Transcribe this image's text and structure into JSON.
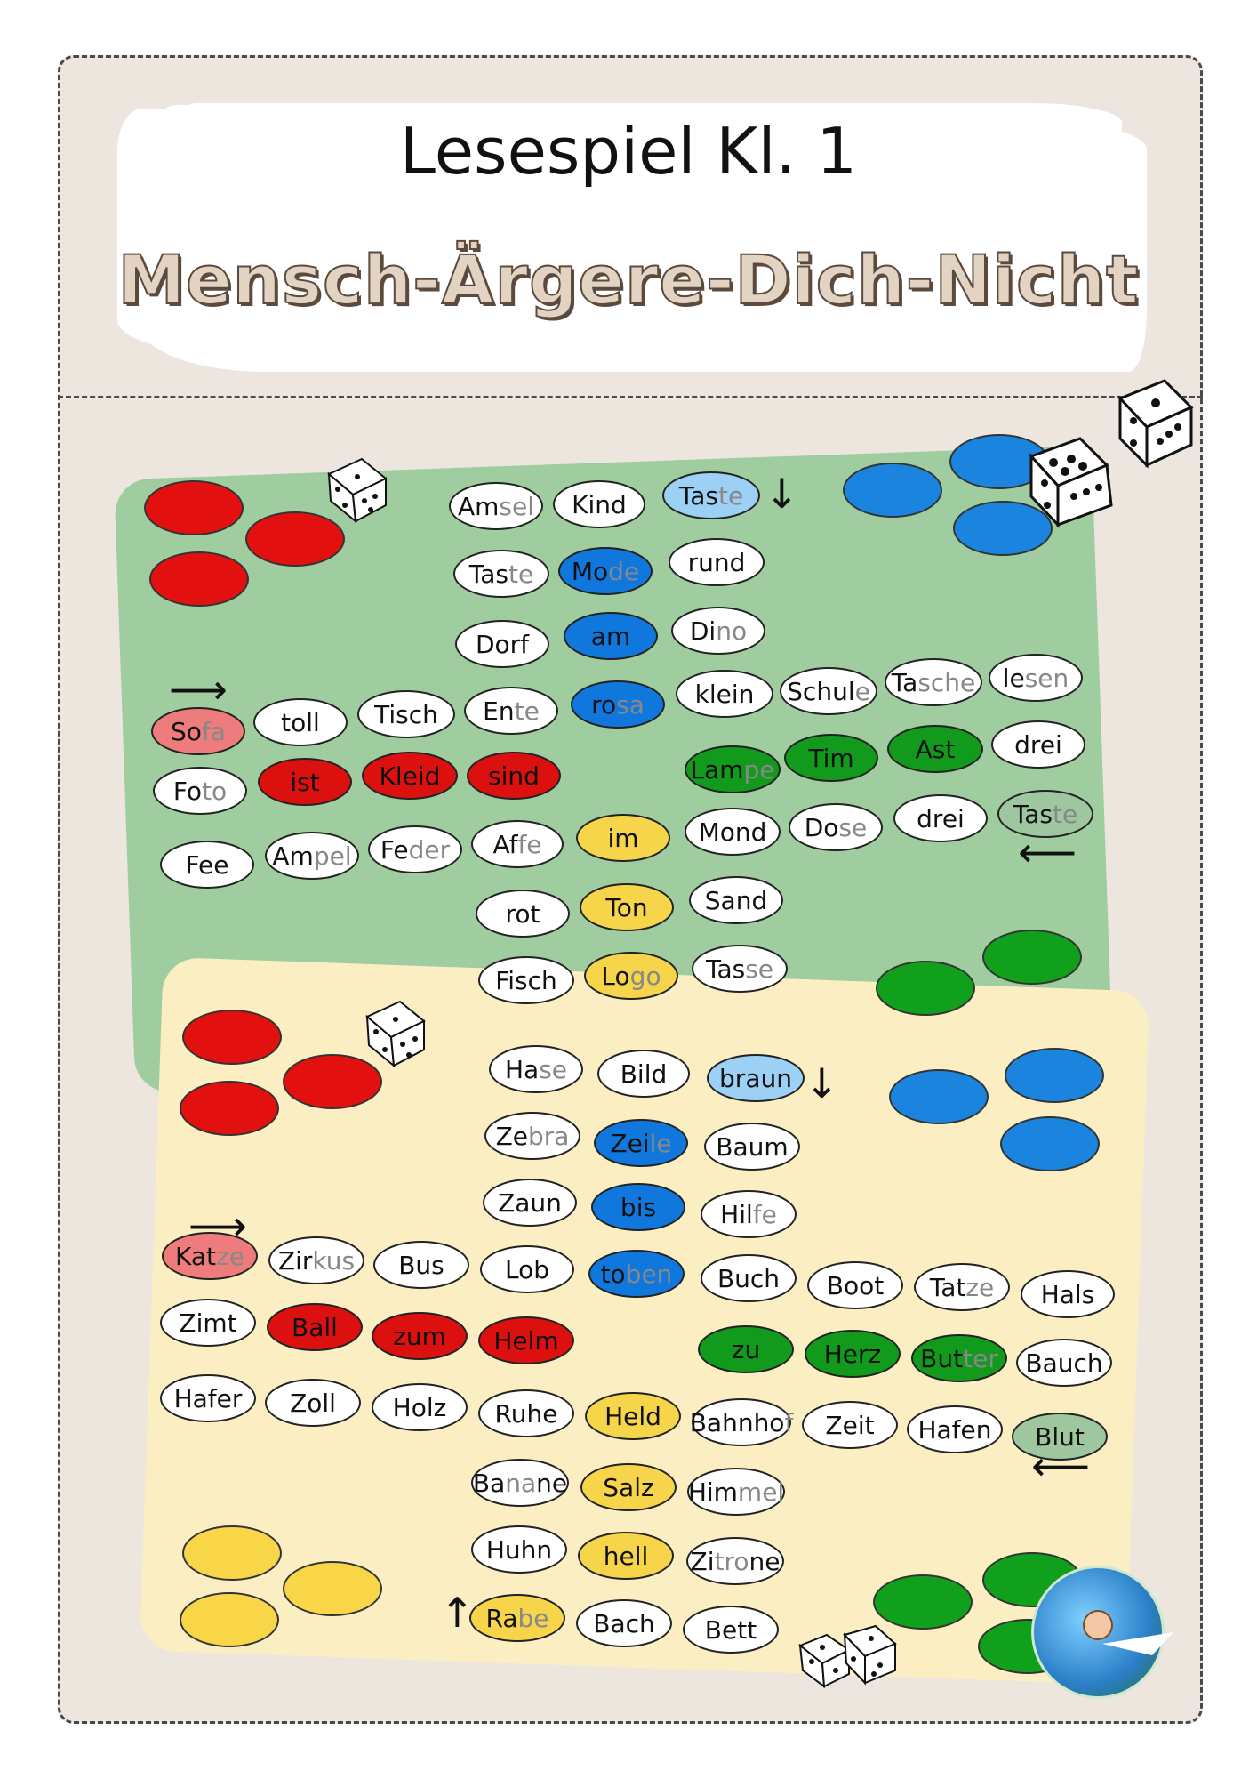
{
  "header": {
    "title": "Lesespiel Kl. 1",
    "subtitle": "Mensch-Ärgere-Dich-Nicht"
  },
  "colors": {
    "frame_bg": "#ece6de",
    "green_board": "#9fcd9f",
    "yellow_board": "#fbeec3",
    "red": "#dd1010",
    "blue": "#1077dd",
    "green": "#119a1b",
    "yellow": "#f7d54b"
  },
  "icons": {
    "dice": "dice-icon",
    "arrow_right": "arrow-right-icon",
    "arrow_left": "arrow-left-icon",
    "arrow_down": "arrow-down-icon",
    "arrow_up": "arrow-up-icon",
    "badge": "teacher-logo-icon"
  },
  "arrows": {
    "right": "⟶",
    "left": "⟵",
    "down": "↓",
    "up": "↑"
  },
  "green_board_words": [
    {
      "text": "Amsel",
      "color": "white"
    },
    {
      "text": "Kind",
      "color": "white"
    },
    {
      "text": "Taste",
      "color": "lightblue"
    },
    {
      "text": "Taste",
      "color": "white"
    },
    {
      "text": "Mode",
      "color": "blue"
    },
    {
      "text": "rund",
      "color": "white"
    },
    {
      "text": "Dorf",
      "color": "white"
    },
    {
      "text": "am",
      "color": "blue"
    },
    {
      "text": "Dino",
      "color": "white"
    },
    {
      "text": "Sofa",
      "color": "pink"
    },
    {
      "text": "toll",
      "color": "white"
    },
    {
      "text": "Tisch",
      "color": "white"
    },
    {
      "text": "Ente",
      "color": "white"
    },
    {
      "text": "rosa",
      "color": "blue"
    },
    {
      "text": "klein",
      "color": "white"
    },
    {
      "text": "Schule",
      "color": "white"
    },
    {
      "text": "Tasche",
      "color": "white"
    },
    {
      "text": "lesen",
      "color": "white"
    },
    {
      "text": "Foto",
      "color": "white"
    },
    {
      "text": "ist",
      "color": "red"
    },
    {
      "text": "Kleid",
      "color": "red"
    },
    {
      "text": "sind",
      "color": "red"
    },
    {
      "text": "Lampe",
      "color": "green"
    },
    {
      "text": "Tim",
      "color": "green"
    },
    {
      "text": "Ast",
      "color": "green"
    },
    {
      "text": "drei",
      "color": "white"
    },
    {
      "text": "Fee",
      "color": "white"
    },
    {
      "text": "Ampel",
      "color": "white"
    },
    {
      "text": "Feder",
      "color": "white"
    },
    {
      "text": "Affe",
      "color": "white"
    },
    {
      "text": "im",
      "color": "yellow"
    },
    {
      "text": "Mond",
      "color": "white"
    },
    {
      "text": "Dose",
      "color": "white"
    },
    {
      "text": "drei",
      "color": "white"
    },
    {
      "text": "Taste",
      "color": "lightgreen"
    },
    {
      "text": "rot",
      "color": "white"
    },
    {
      "text": "Ton",
      "color": "yellow"
    },
    {
      "text": "Sand",
      "color": "white"
    },
    {
      "text": "Fisch",
      "color": "white"
    },
    {
      "text": "Logo",
      "color": "yellow"
    },
    {
      "text": "Tasse",
      "color": "white"
    }
  ],
  "yellow_board_words": [
    {
      "text": "Hase",
      "color": "white"
    },
    {
      "text": "Bild",
      "color": "white"
    },
    {
      "text": "braun",
      "color": "lightblue"
    },
    {
      "text": "Zebra",
      "color": "white"
    },
    {
      "text": "Zeile",
      "color": "blue"
    },
    {
      "text": "Baum",
      "color": "white"
    },
    {
      "text": "Zaun",
      "color": "white"
    },
    {
      "text": "bis",
      "color": "blue"
    },
    {
      "text": "Hilfe",
      "color": "white"
    },
    {
      "text": "Katze",
      "color": "pink"
    },
    {
      "text": "Zirkus",
      "color": "white"
    },
    {
      "text": "Bus",
      "color": "white"
    },
    {
      "text": "Lob",
      "color": "white"
    },
    {
      "text": "toben",
      "color": "blue"
    },
    {
      "text": "Buch",
      "color": "white"
    },
    {
      "text": "Boot",
      "color": "white"
    },
    {
      "text": "Tatze",
      "color": "white"
    },
    {
      "text": "Hals",
      "color": "white"
    },
    {
      "text": "Zimt",
      "color": "white"
    },
    {
      "text": "Ball",
      "color": "red"
    },
    {
      "text": "zum",
      "color": "red"
    },
    {
      "text": "Helm",
      "color": "red"
    },
    {
      "text": "zu",
      "color": "green"
    },
    {
      "text": "Herz",
      "color": "green"
    },
    {
      "text": "Butter",
      "color": "green"
    },
    {
      "text": "Bauch",
      "color": "white"
    },
    {
      "text": "Hafer",
      "color": "white"
    },
    {
      "text": "Zoll",
      "color": "white"
    },
    {
      "text": "Holz",
      "color": "white"
    },
    {
      "text": "Ruhe",
      "color": "white"
    },
    {
      "text": "Held",
      "color": "yellow"
    },
    {
      "text": "Bahnhof",
      "color": "white"
    },
    {
      "text": "Zeit",
      "color": "white"
    },
    {
      "text": "Hafen",
      "color": "white"
    },
    {
      "text": "Blut",
      "color": "lightgreen"
    },
    {
      "text": "Banane",
      "color": "white"
    },
    {
      "text": "Salz",
      "color": "yellow"
    },
    {
      "text": "Himmel",
      "color": "white"
    },
    {
      "text": "Huhn",
      "color": "white"
    },
    {
      "text": "hell",
      "color": "yellow"
    },
    {
      "text": "Zitrone",
      "color": "white"
    },
    {
      "text": "Rabe",
      "color": "yellow"
    },
    {
      "text": "Bach",
      "color": "white"
    },
    {
      "text": "Bett",
      "color": "white"
    }
  ]
}
